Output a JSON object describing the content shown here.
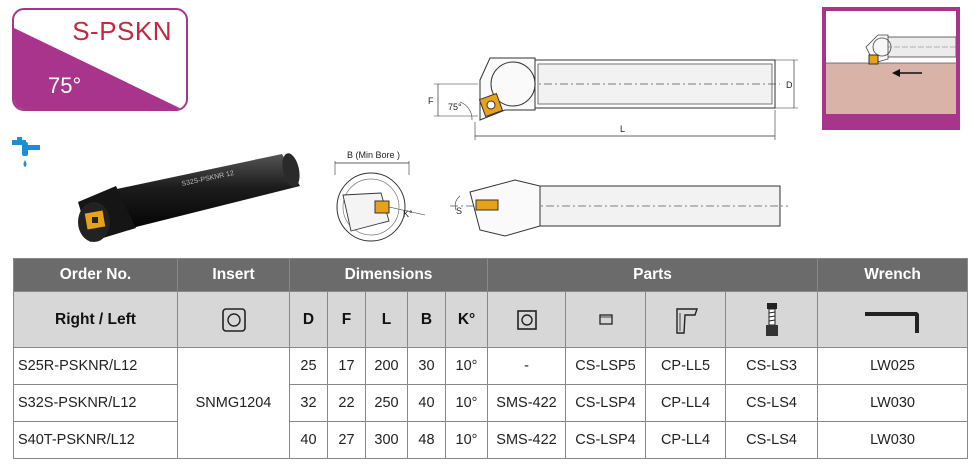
{
  "header": {
    "series_code": "S-PSKN",
    "angle": "75°"
  },
  "drawing_labels": {
    "F": "F",
    "D": "D",
    "L": "L",
    "B": "B (Min Bore  )",
    "angle": "75°",
    "k": "K°",
    "s": "S"
  },
  "table": {
    "group_headers": {
      "order_no": "Order No.",
      "insert": "Insert",
      "dimensions": "Dimensions",
      "parts": "Parts",
      "wrench": "Wrench"
    },
    "sub_headers": {
      "right_left": "Right / Left",
      "D": "D",
      "F": "F",
      "L": "L",
      "B": "B",
      "K": "K°"
    },
    "insert_code": "SNMG1204",
    "rows": [
      {
        "order": "S25R-PSKNR/L12",
        "D": "25",
        "F": "17",
        "L": "200",
        "B": "30",
        "K": "10°",
        "shim": "-",
        "lever_screw": "CS-LSP5",
        "lever": "CP-LL5",
        "screw": "CS-LS3",
        "wrench": "LW025"
      },
      {
        "order": "S32S-PSKNR/L12",
        "D": "32",
        "F": "22",
        "L": "250",
        "B": "40",
        "K": "10°",
        "shim": "SMS-422",
        "lever_screw": "CS-LSP4",
        "lever": "CP-LL4",
        "screw": "CS-LS4",
        "wrench": "LW030"
      },
      {
        "order": "S40T-PSKNR/L12",
        "D": "40",
        "F": "27",
        "L": "300",
        "B": "48",
        "K": "10°",
        "shim": "SMS-422",
        "lever_screw": "CS-LSP4",
        "lever": "CP-LL4",
        "screw": "CS-LS4",
        "wrench": "LW030"
      }
    ]
  },
  "product_marking": "S32S-PSKNR 12",
  "colors": {
    "brand": "#a8348c",
    "title_red": "#c4283f",
    "header_dark": "#6b6b6b",
    "header_light": "#d7d7d7",
    "coolant_blue": "#1b8fd6",
    "insert_gold": "#e8a21a"
  }
}
